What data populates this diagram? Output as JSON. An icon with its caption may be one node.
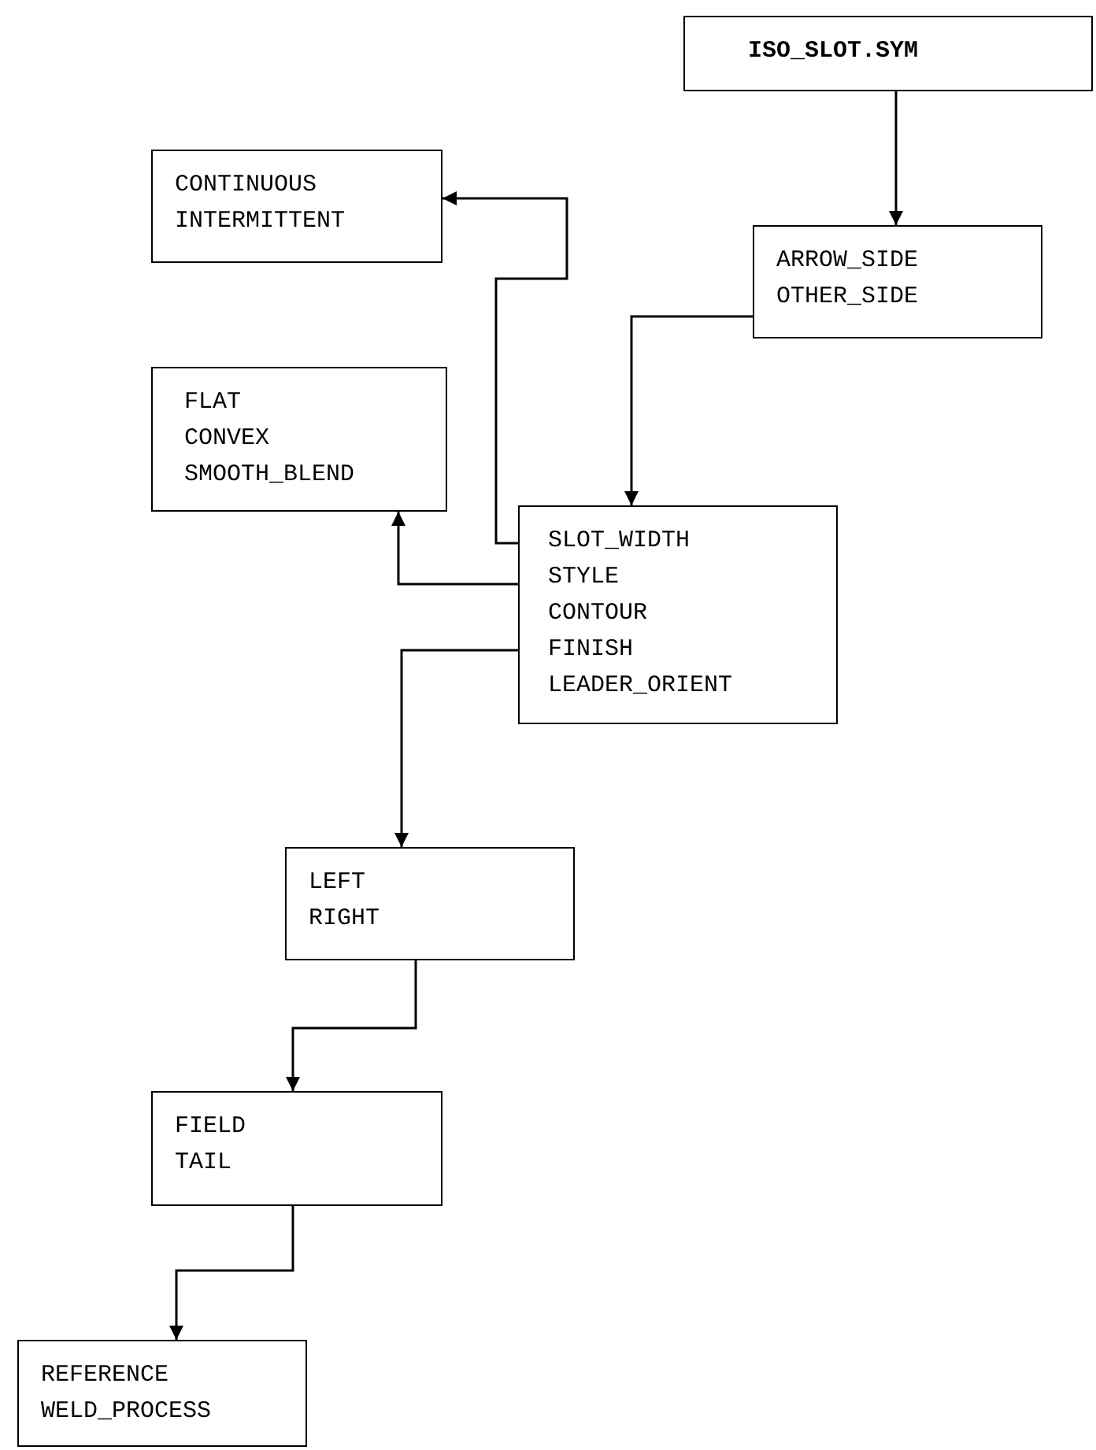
{
  "diagram": {
    "nodes": [
      {
        "text": [
          "ISO_SLOT.SYM"
        ]
      },
      {
        "text": [
          "CONTINUOUS",
          "INTERMITTENT"
        ]
      },
      {
        "text": [
          "ARROW_SIDE",
          "OTHER_SIDE"
        ]
      },
      {
        "text": [
          "FLAT",
          "CONVEX",
          "SMOOTH_BLEND"
        ]
      },
      {
        "text": [
          "SLOT_WIDTH",
          "STYLE",
          "CONTOUR",
          "FINISH",
          "LEADER_ORIENT"
        ]
      },
      {
        "text": [
          "LEFT",
          "RIGHT"
        ]
      },
      {
        "text": [
          "FIELD",
          "TAIL"
        ]
      },
      {
        "text": [
          "REFERENCE",
          "WELD_PROCESS"
        ]
      }
    ],
    "edges": [
      {
        "from": 0,
        "to": 2,
        "arrow": "to"
      },
      {
        "from": 2,
        "to": 4,
        "arrow": "to"
      },
      {
        "from": 4,
        "to": 1,
        "arrow": "to"
      },
      {
        "from": 4,
        "to": 3,
        "arrow": "to"
      },
      {
        "from": 4,
        "to": 5,
        "arrow": "to"
      },
      {
        "from": 5,
        "to": 6,
        "arrow": "to"
      },
      {
        "from": 6,
        "to": 7,
        "arrow": "to"
      }
    ]
  }
}
